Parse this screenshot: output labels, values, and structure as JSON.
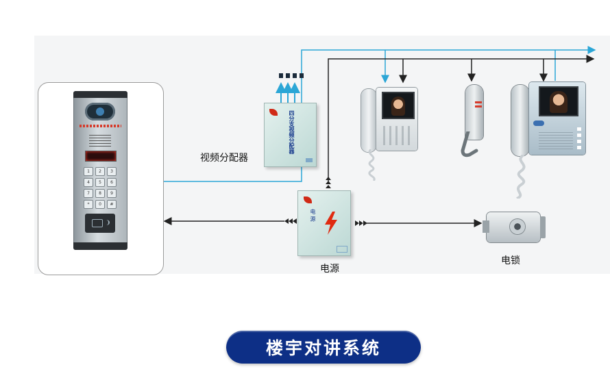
{
  "colors": {
    "video_line": "#2ba6d6",
    "power_line": "#222222",
    "banner_bg": "#0d2f86",
    "box_body": "#cfe6e3",
    "bolt": "#e02a10"
  },
  "labels": {
    "video_distributor": "视频分配器",
    "distributor_panel_text": "四分支视频分配器",
    "power_supply": "电源",
    "power_box_text": "电 源",
    "electric_lock": "电锁",
    "title": "楼宇对讲系统"
  },
  "devices": [
    {
      "id": "outdoor-panel",
      "icon": "door-station-icon"
    },
    {
      "id": "video-distributor",
      "icon": "distributor-box-icon"
    },
    {
      "id": "power-supply",
      "icon": "power-box-icon"
    },
    {
      "id": "video-monitor-1",
      "icon": "video-phone-icon"
    },
    {
      "id": "audio-handset",
      "icon": "handset-icon"
    },
    {
      "id": "video-monitor-2",
      "icon": "video-phone-icon"
    },
    {
      "id": "electric-lock",
      "icon": "lock-icon"
    }
  ],
  "keypad": [
    "1",
    "2",
    "3",
    "4",
    "5",
    "6",
    "7",
    "8",
    "9",
    "*",
    "0",
    "#"
  ]
}
